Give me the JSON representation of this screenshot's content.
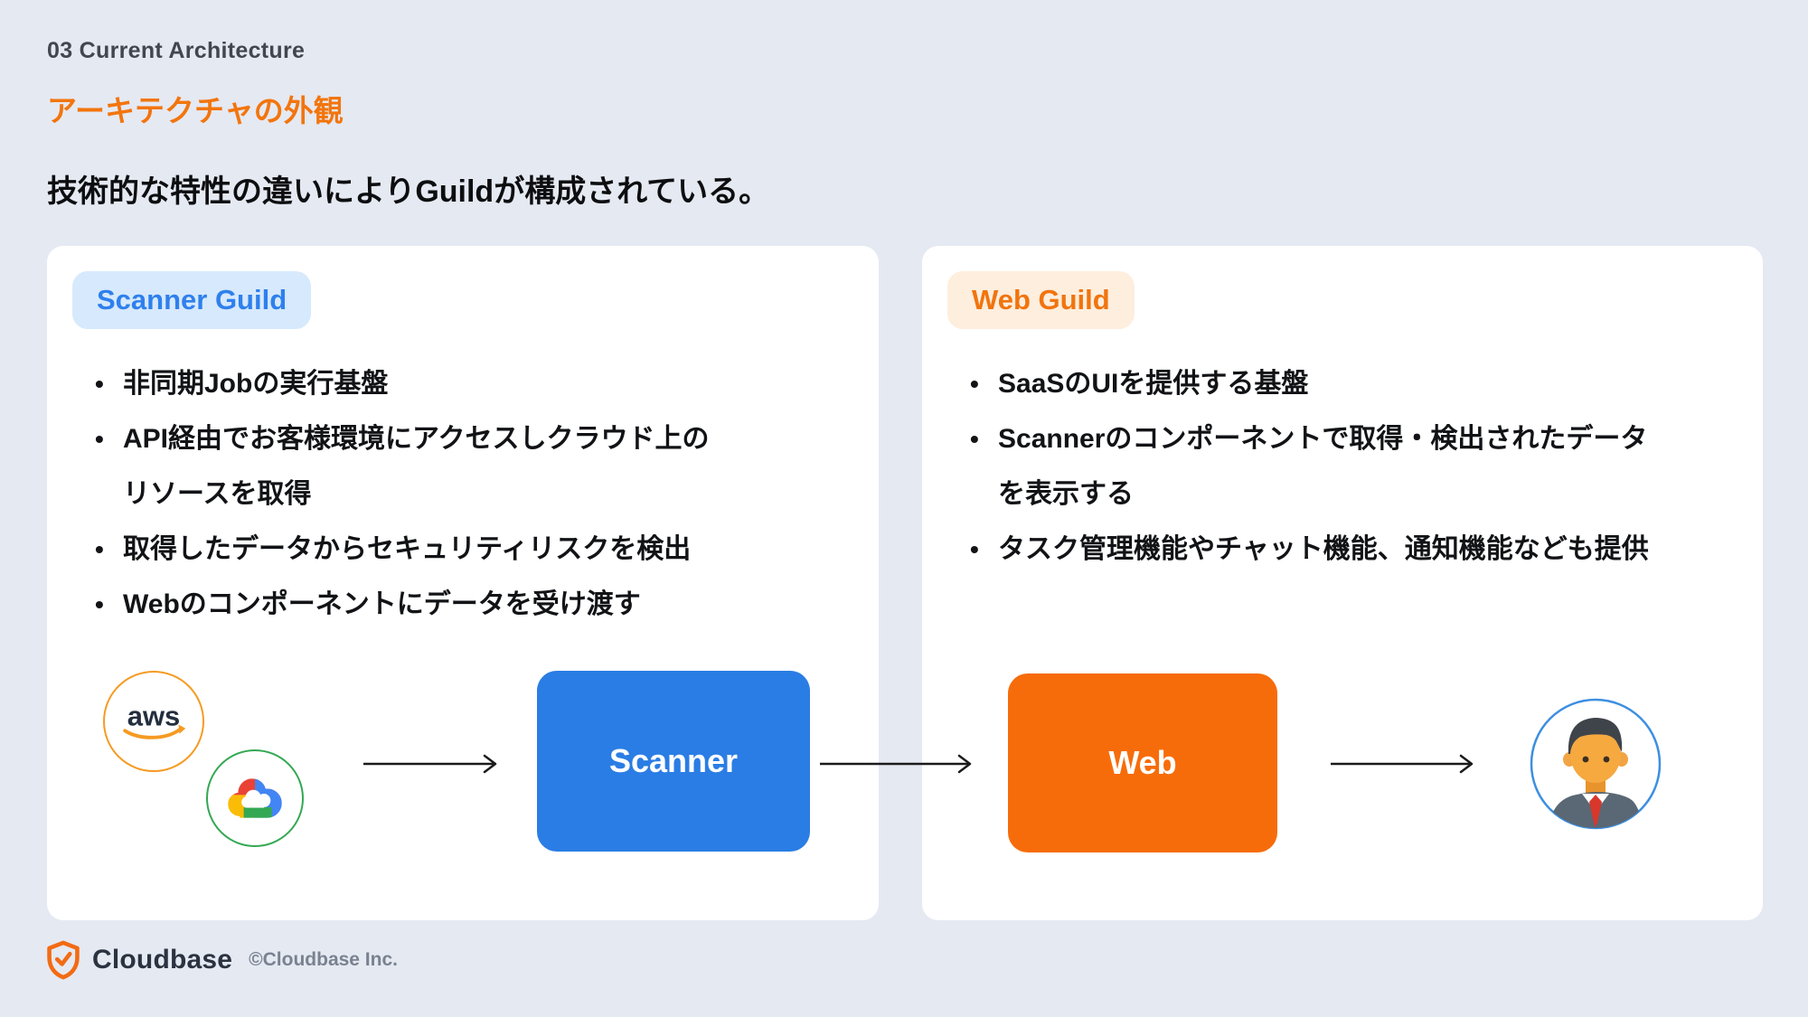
{
  "colors": {
    "background": "#E5E9F2",
    "card": "#FFFFFF",
    "title_orange": "#F2750D",
    "scanner_accent": "#2F80ED",
    "scanner_badge_bg": "#D7E9FC",
    "scanner_node": "#2A7DE4",
    "web_accent": "#F1740E",
    "web_badge_bg": "#FDEEDE",
    "web_node": "#F76C0A",
    "aws_border": "#F59B23",
    "gcp_border": "#34A853",
    "avatar_border": "#3D8FE0",
    "arrow": "#1B1B1B"
  },
  "header": {
    "eyebrow": "03 Current Architecture",
    "subtitle": "アーキテクチャの外観",
    "heading": "技術的な特性の違いによりGuildが構成されている。"
  },
  "scanner_guild": {
    "badge_label": "Scanner Guild",
    "bullets": [
      "非同期Jobの実行基盤",
      "API経由でお客様環境にアクセスしクラウド上のリソースを取得",
      "取得したデータからセキュリティリスクを検出",
      "Webのコンポーネントにデータを受け渡す"
    ],
    "aws_text": "aws",
    "node_label": "Scanner"
  },
  "web_guild": {
    "badge_label": "Web Guild",
    "bullets": [
      "SaaSのUIを提供する基盤",
      "Scannerのコンポーネントで取得・検出されたデータを表示する",
      "タスク管理機能やチャット機能、通知機能なども提供"
    ],
    "node_label": "Web"
  },
  "icons": {
    "aws": "aws-logo-icon",
    "gcp": "google-cloud-logo-icon",
    "user": "user-avatar-icon",
    "brand": "cloudbase-shield-icon",
    "flow": "right-arrow-icon"
  },
  "footer": {
    "brand": "Cloudbase",
    "copyright": "©Cloudbase Inc."
  }
}
